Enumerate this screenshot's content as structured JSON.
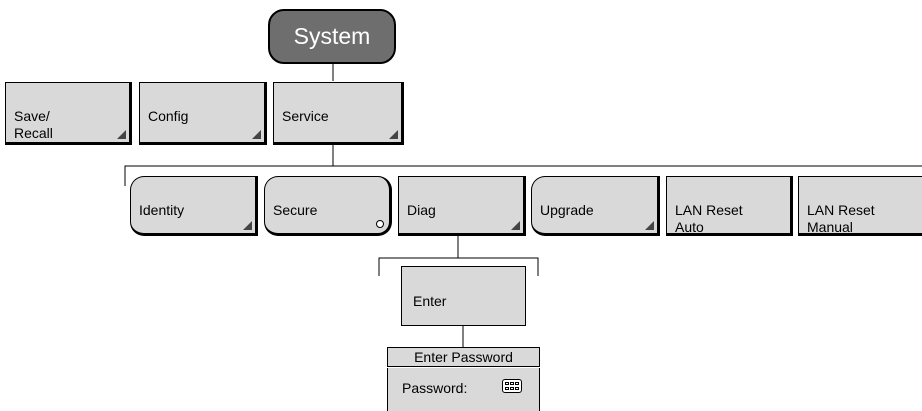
{
  "system": {
    "label": "System"
  },
  "level1": [
    {
      "id": "save-recall",
      "label": "Save/\nRecall"
    },
    {
      "id": "config",
      "label": "Config"
    },
    {
      "id": "service",
      "label": "Service"
    }
  ],
  "service_menu": [
    {
      "id": "identity",
      "label": "Identity"
    },
    {
      "id": "secure",
      "label": "Secure"
    },
    {
      "id": "diag",
      "label": "Diag"
    },
    {
      "id": "upgrade",
      "label": "Upgrade"
    },
    {
      "id": "lan-reset-auto",
      "label": "LAN Reset\nAuto"
    },
    {
      "id": "lan-reset-manual",
      "label": "LAN Reset\nManual"
    }
  ],
  "diag_menu": {
    "enter_label": "Enter"
  },
  "dialog": {
    "title": "Enter Password",
    "field_label": "Password:",
    "keyboard_icon": "keyboard-icon"
  },
  "colors": {
    "system_fill": "#6e6e6e",
    "key_fill": "#d9d9d9",
    "corner_marker": "#444444"
  }
}
